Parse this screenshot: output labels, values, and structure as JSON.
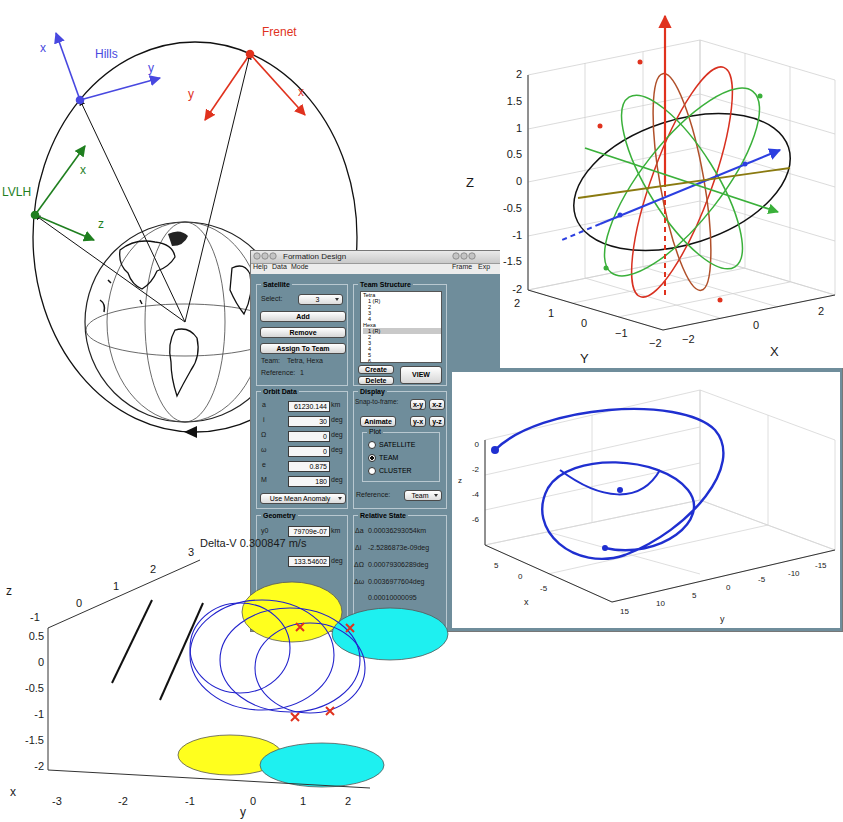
{
  "diagram": {
    "nodes": [
      {
        "text": [
          "Formation Design"
        ]
      },
      {
        "text": [
          "Satellite"
        ],
        "in": 0
      },
      {
        "text": [
          "Team Structure"
        ],
        "in": 0
      },
      {
        "text": [
          "Orbit Data"
        ],
        "in": 0
      },
      {
        "text": [
          "Display"
        ],
        "in": 0
      },
      {
        "text": [
          "Geometry"
        ],
        "in": 0
      },
      {
        "text": [
          "Relative State"
        ],
        "in": 0
      },
      {
        "text": [
          "3"
        ],
        "in": 1
      },
      {
        "text": [
          "Add"
        ],
        "in": 1
      },
      {
        "text": [
          "Remove"
        ],
        "in": 1
      },
      {
        "text": [
          "Assign To Team"
        ],
        "in": 1
      },
      {
        "text": [
          "Tetra",
          "1 (R)",
          "2",
          "3",
          "4",
          "Hexa",
          "1 (R)",
          "2",
          "3",
          "4",
          "5",
          "6"
        ],
        "in": 2
      },
      {
        "text": [
          "Create"
        ],
        "in": 2
      },
      {
        "text": [
          "Delete"
        ],
        "in": 2
      },
      {
        "text": [
          "VIEW"
        ],
        "in": 2
      },
      {
        "text": [
          "61230.144"
        ],
        "in": 3
      },
      {
        "text": [
          "30"
        ],
        "in": 3
      },
      {
        "text": [
          "0"
        ],
        "in": 3
      },
      {
        "text": [
          "0"
        ],
        "in": 3
      },
      {
        "text": [
          "0.875"
        ],
        "in": 3
      },
      {
        "text": [
          "180"
        ],
        "in": 3
      },
      {
        "text": [
          "Use Mean Anomaly"
        ],
        "in": 3
      },
      {
        "text": [
          "x-y"
        ],
        "in": 4
      },
      {
        "text": [
          "x-z"
        ],
        "in": 4
      },
      {
        "text": [
          "Animate"
        ],
        "in": 4
      },
      {
        "text": [
          "y-x"
        ],
        "in": 4
      },
      {
        "text": [
          "y-z"
        ],
        "in": 4
      },
      {
        "text": [
          "Plot",
          "SATELLITE",
          "TEAM",
          "CLUSTER"
        ],
        "in": 4
      },
      {
        "text": [
          "Team"
        ],
        "in": 4
      },
      {
        "text": [
          "79709e-07"
        ],
        "in": 5
      },
      {
        "text": [
          "133.54602"
        ],
        "in": 5
      }
    ],
    "labels": [
      "Hills",
      "x",
      "y",
      "Frenet",
      "y",
      "x",
      "LVLH",
      "x",
      "z",
      "Z",
      "2",
      "1.5",
      "1",
      "0.5",
      "0",
      "-0.5",
      "-1",
      "-1.5",
      "-2",
      "2",
      "1",
      "0",
      "−1",
      "−2",
      "Y",
      "2",
      "0",
      "−2",
      "X",
      "Help",
      "Data",
      "Mode",
      "Frame",
      "Exp",
      "Select:",
      "Team:",
      "Tetra, Hexa",
      "Reference:",
      "1",
      "a",
      "km",
      "i",
      "deg",
      "Ω",
      "deg",
      "ω",
      "deg",
      "e",
      "M",
      "deg",
      "Snap-to-frame:",
      "Reference:",
      "y0",
      "km",
      "deg",
      "Δa",
      "0.00036293054km",
      "Δi",
      "-2.5286873e-09deg",
      "ΔΩ",
      "0.00079306289deg",
      "Δω",
      "0.0036977604deg",
      "0.00010000095",
      "0",
      "-2",
      "-4",
      "-6",
      "z",
      "5",
      "0",
      "-5",
      "x",
      "15",
      "10",
      "5",
      "0",
      "-5",
      "-10",
      "-15",
      "y",
      "Delta-V 0.300847 m/s",
      "z",
      "0.5",
      "0",
      "-0.5",
      "-1",
      "-1.5",
      "-2",
      "-1",
      "0",
      "1",
      "2",
      "3",
      "x",
      "-3",
      "-2",
      "-1",
      "0",
      "1",
      "2",
      "y"
    ]
  }
}
